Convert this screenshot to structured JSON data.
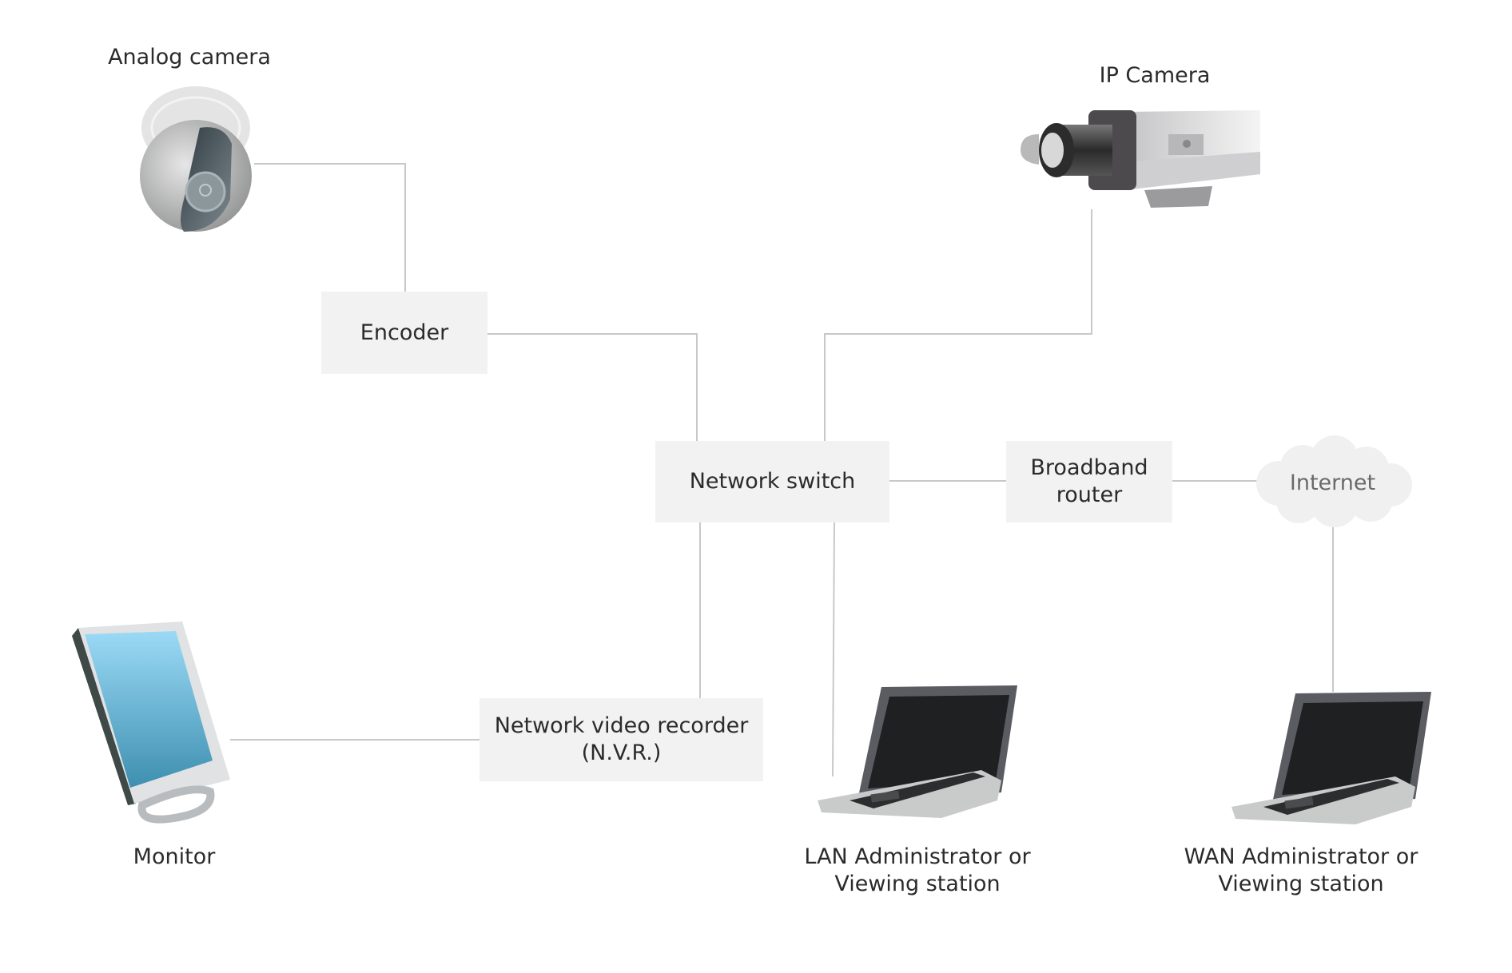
{
  "diagram": {
    "title": "Network video surveillance system",
    "nodes": {
      "analog_camera": {
        "label": "Analog camera",
        "icon": "dome-camera-icon"
      },
      "ip_camera": {
        "label": "IP Camera",
        "icon": "box-camera-icon"
      },
      "encoder": {
        "label": "Encoder"
      },
      "network_switch": {
        "label": "Network switch"
      },
      "broadband_router": {
        "label_line1": "Broadband",
        "label_line2": "router"
      },
      "internet": {
        "label": "Internet",
        "icon": "cloud-icon"
      },
      "nvr": {
        "label_line1": "Network video recorder",
        "label_line2": "(N.V.R.)"
      },
      "monitor": {
        "label": "Monitor",
        "icon": "monitor-icon"
      },
      "lan_station": {
        "label_line1": "LAN Administrator or",
        "label_line2": "Viewing station",
        "icon": "laptop-icon"
      },
      "wan_station": {
        "label_line1": "WAN Administrator or",
        "label_line2": "Viewing station",
        "icon": "laptop-icon"
      }
    },
    "connections": [
      [
        "analog_camera",
        "encoder"
      ],
      [
        "encoder",
        "network_switch"
      ],
      [
        "ip_camera",
        "network_switch"
      ],
      [
        "network_switch",
        "broadband_router"
      ],
      [
        "broadband_router",
        "internet"
      ],
      [
        "internet",
        "wan_station"
      ],
      [
        "network_switch",
        "nvr"
      ],
      [
        "network_switch",
        "lan_station"
      ],
      [
        "monitor",
        "nvr"
      ]
    ],
    "colors": {
      "box_fill": "#f2f2f2",
      "connector": "#c8c8c8",
      "text": "#2b2b2b",
      "screen_blue": "#5fb3d9"
    }
  }
}
